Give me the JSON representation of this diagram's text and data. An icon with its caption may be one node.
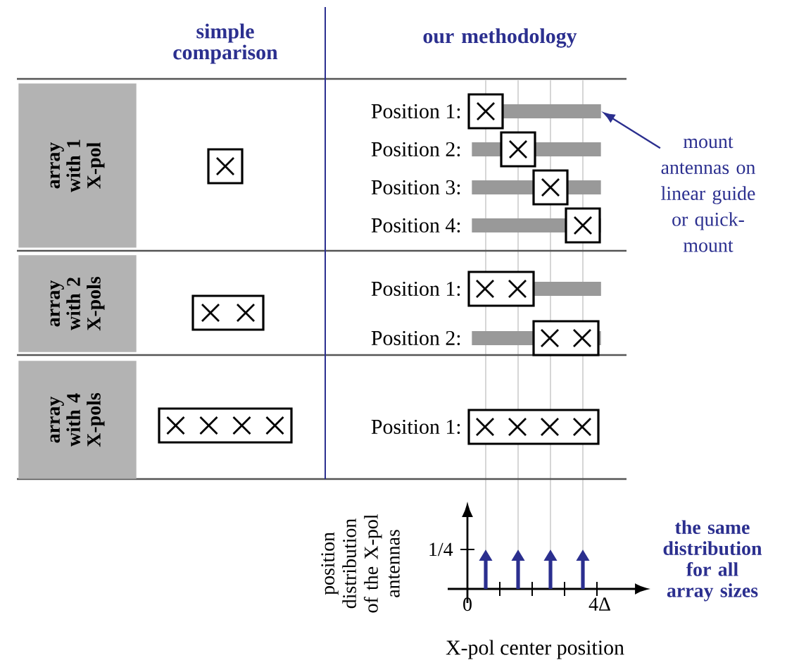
{
  "diagram": {
    "nodes": [
      {
        "text": [
          "array with 1 X-pol"
        ]
      },
      {
        "text": [],
        "shape": "bar"
      },
      {
        "text": [
          "mount antennas on linear guide or quick-mount"
        ]
      },
      {
        "text": [],
        "shape": "bar"
      },
      {
        "text": [],
        "shape": "bar"
      },
      {
        "text": [],
        "shape": "bar"
      },
      {
        "text": [
          "array with 2 X-pols"
        ]
      },
      {
        "text": [],
        "shape": "bar"
      },
      {
        "text": [],
        "shape": "bar"
      },
      {
        "text": [
          "array with 4 X-pols"
        ]
      }
    ],
    "edges": [
      {
        "from": 2,
        "to": 1,
        "arrow": "to"
      }
    ],
    "labels": [
      "simple comparison",
      "our methodology",
      "Position 1:",
      "Position 2:",
      "Position 3:",
      "Position 4:",
      "Position 1:",
      "Position 2:",
      "Position 1:",
      "position distribution of the X-pol antennas",
      "1/4",
      "the same distribution for all array sizes",
      "0",
      "4Δ",
      "X-pol center position"
    ]
  }
}
